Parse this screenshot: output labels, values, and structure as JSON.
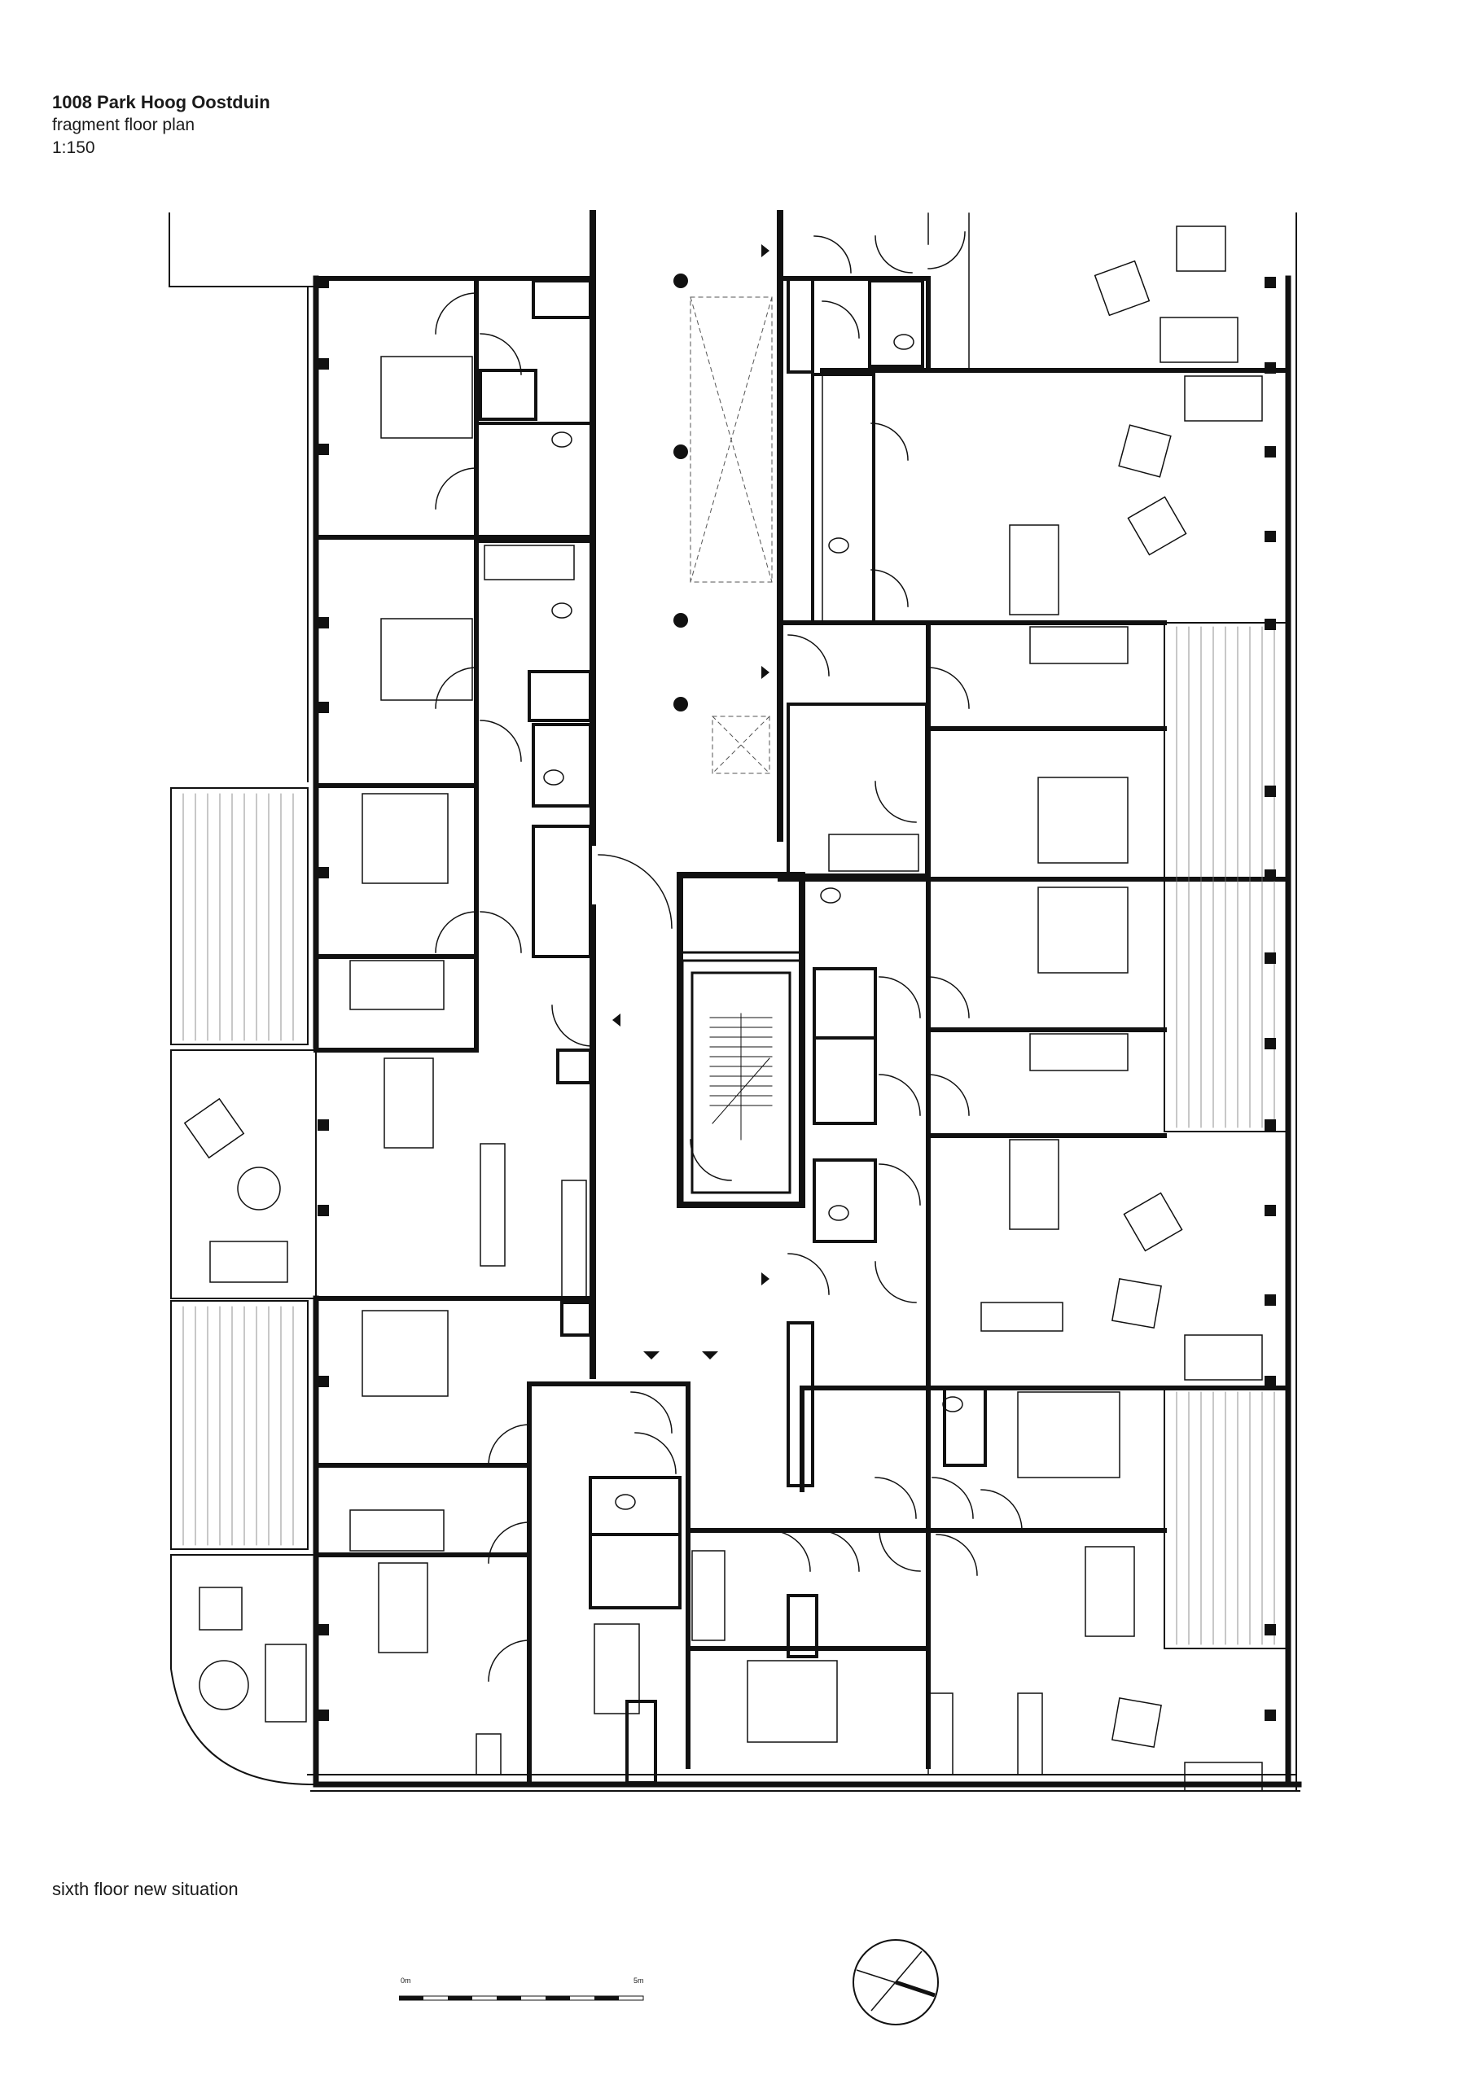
{
  "title": {
    "project": "1008 Park Hoog Oostduin",
    "subtitle": "fragment floor plan",
    "scale": "1:150"
  },
  "caption": "sixth floor new situation",
  "scale_bar": {
    "start_label": "0m",
    "end_label": "5m"
  },
  "north_arrow": {
    "icon": "north-arrow-icon"
  }
}
